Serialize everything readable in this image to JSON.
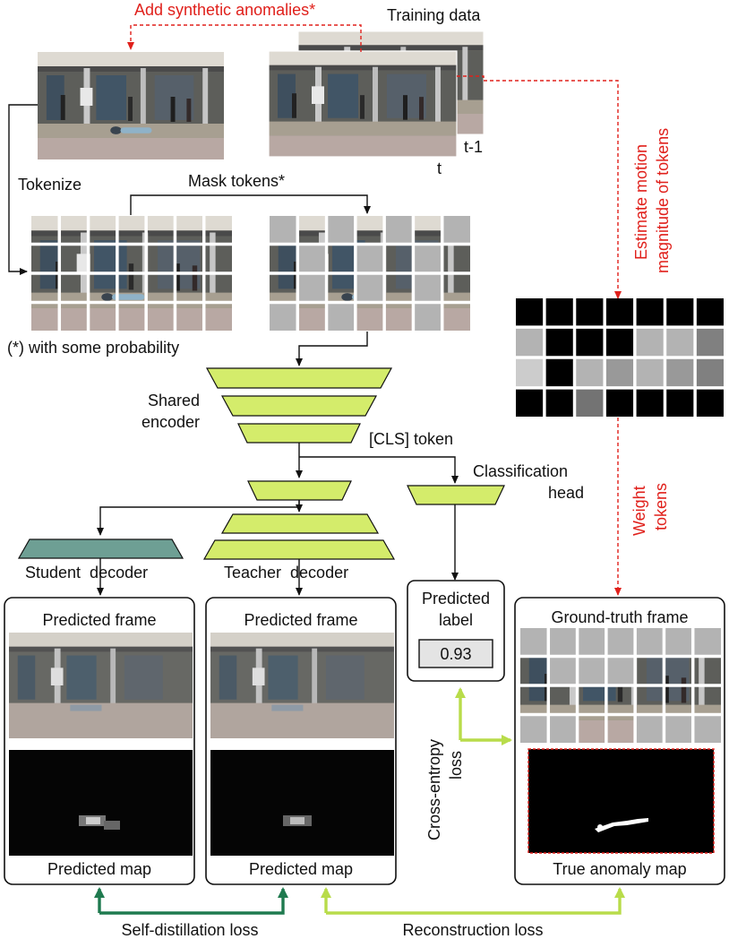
{
  "labels": {
    "add_anomalies": "Add synthetic anomalies*",
    "training_data": "Training data",
    "frame_t": "t",
    "frame_t_minus_1": "t-1",
    "tokenize": "Tokenize",
    "mask_tokens": "Mask tokens*",
    "probability_note": "(*) with some probability",
    "estimate_motion_line1": "Estimate motion",
    "estimate_motion_line2": "magnitude of tokens",
    "shared_encoder_line1": "Shared",
    "shared_encoder_line2": "encoder",
    "cls_token": "[CLS] token",
    "classification_head_line1": "Classification",
    "classification_head_line2": "head",
    "weight_tokens_line1": "Weight",
    "weight_tokens_line2": "tokens",
    "student_decoder": "Student  decoder",
    "teacher_decoder": "Teacher  decoder",
    "predicted_label_line1": "Predicted",
    "predicted_label_line2": "label",
    "predicted_label_value": "0.93",
    "predicted_frame_student": "Predicted frame",
    "predicted_map_student": "Predicted map",
    "predicted_frame_teacher": "Predicted frame",
    "predicted_map_teacher": "Predicted map",
    "ground_truth_frame": "Ground-truth frame",
    "true_anomaly_map": "True anomaly map",
    "cross_entropy_line1": "Cross-entropy",
    "cross_entropy_line2": "loss",
    "self_distillation_loss": "Self-distillation loss",
    "reconstruction_loss": "Reconstruction loss"
  },
  "colors": {
    "annotation_red": "#e0201b",
    "encoder_lime": "#d4ec6b",
    "student_teal": "#6e9f94",
    "self_distill_green": "#1f7a4f",
    "reconstruction_green": "#b8dc4a",
    "mask_gray": "#b3b3b3"
  },
  "motion_grid": [
    [
      0,
      0,
      0,
      0,
      0,
      0,
      0
    ],
    [
      0.7,
      0,
      0,
      0,
      0.7,
      0.7,
      0.5
    ],
    [
      0.8,
      0,
      0.7,
      0.6,
      0.7,
      0.6,
      0.5
    ],
    [
      0,
      0,
      0.45,
      0,
      0,
      0,
      0
    ]
  ],
  "masked_input_tokens": [
    [
      1,
      0,
      1,
      0,
      1,
      0,
      1
    ],
    [
      0,
      1,
      0,
      1,
      0,
      1,
      0
    ],
    [
      0,
      1,
      0,
      1,
      0,
      1,
      0
    ],
    [
      1,
      0,
      1,
      0,
      0,
      1,
      0
    ]
  ],
  "ground_truth_tokens": [
    [
      1,
      1,
      1,
      1,
      1,
      1,
      1
    ],
    [
      0,
      1,
      1,
      1,
      0,
      0,
      0
    ],
    [
      0,
      0,
      0,
      0,
      0,
      0,
      0
    ],
    [
      1,
      1,
      0,
      0,
      1,
      1,
      1
    ]
  ]
}
